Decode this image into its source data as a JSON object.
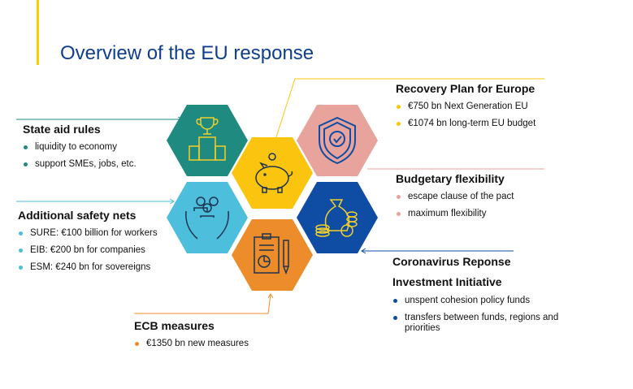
{
  "title": "Overview of the EU response",
  "colors": {
    "teal": "#1e8a80",
    "yellow": "#fbc40f",
    "pink": "#e8a39c",
    "light_blue": "#4dbfdd",
    "dark_blue": "#0f4ca3",
    "orange": "#ec8c2a",
    "title": "#0e3e8f"
  },
  "blocks": {
    "state_aid": {
      "heading": "State aid rules",
      "items": [
        "liquidity to economy",
        "support SMEs, jobs, etc."
      ]
    },
    "safety_nets": {
      "heading": "Additional safety nets",
      "items": [
        "SURE: €100 billion for workers",
        "EIB: €200 bn for companies",
        "ESM: €240 bn for sovereigns"
      ]
    },
    "ecb": {
      "heading": "ECB measures",
      "items": [
        "€1350 bn new measures"
      ]
    },
    "recovery": {
      "heading": "Recovery Plan for Europe",
      "items": [
        "€750 bn Next Generation EU",
        "€1074 bn long-term EU budget"
      ]
    },
    "budgetary": {
      "heading": "Budgetary flexibility",
      "items": [
        "escape clause of the pact",
        "maximum flexibility"
      ]
    },
    "crii": {
      "heading_line1": "Coronavirus Reponse",
      "heading_line2": "Investment Initiative",
      "items": [
        "unspent cohesion policy funds",
        "transfers between funds, regions and priorities"
      ]
    }
  },
  "icons": [
    "trophy-podium-icon",
    "piggy-bank-icon",
    "shield-check-icon",
    "people-hands-icon",
    "money-bag-coins-icon",
    "clipboard-chart-icon"
  ]
}
